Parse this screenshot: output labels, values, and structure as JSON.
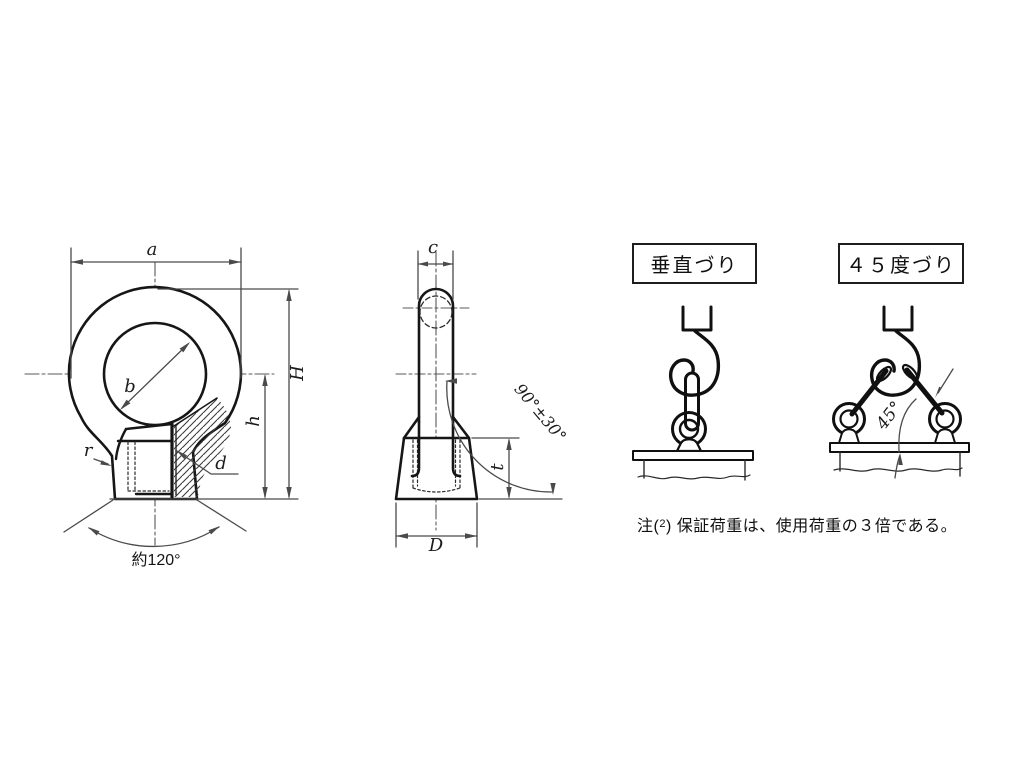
{
  "front_view": {
    "dim_a": "a",
    "dim_b": "b",
    "dim_H": "H",
    "dim_h": "h",
    "dim_r": "r",
    "dim_d": "d",
    "bottom_angle": "約120°"
  },
  "side_view": {
    "dim_c": "c",
    "dim_t": "t",
    "dim_D": "D",
    "swing_angle": "90°±30°"
  },
  "usage_vertical": {
    "title": "垂直づり"
  },
  "usage_angled": {
    "title": "４５度づり",
    "angle_label": "45°"
  },
  "note": {
    "open": "注(",
    "ref": "2",
    "close": ")",
    "body": "保証荷重は、使用荷重の３倍である。"
  },
  "colors": {
    "object_line": "#161616",
    "dimension_line": "#4a4a4a",
    "background": "#ffffff"
  }
}
